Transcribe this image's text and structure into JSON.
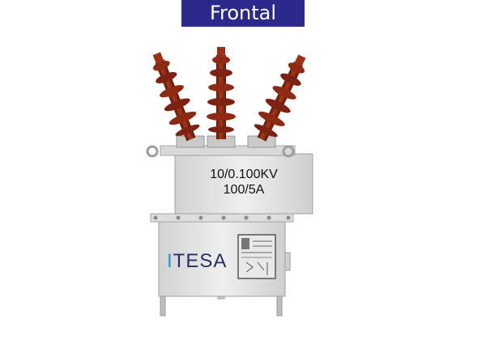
{
  "header": {
    "title": "Frontal"
  },
  "equipment": {
    "rating_line_1": "10/0.100KV",
    "rating_line_2": "100/5A",
    "brand_first_letter": "I",
    "brand_rest": "TESA"
  },
  "colors": {
    "banner": "#2b2a8c",
    "bushing": "#8e2a12",
    "tank": "#e6e6e6",
    "brand_text": "#2a2f6a",
    "brand_accent": "#1e9ad8"
  }
}
